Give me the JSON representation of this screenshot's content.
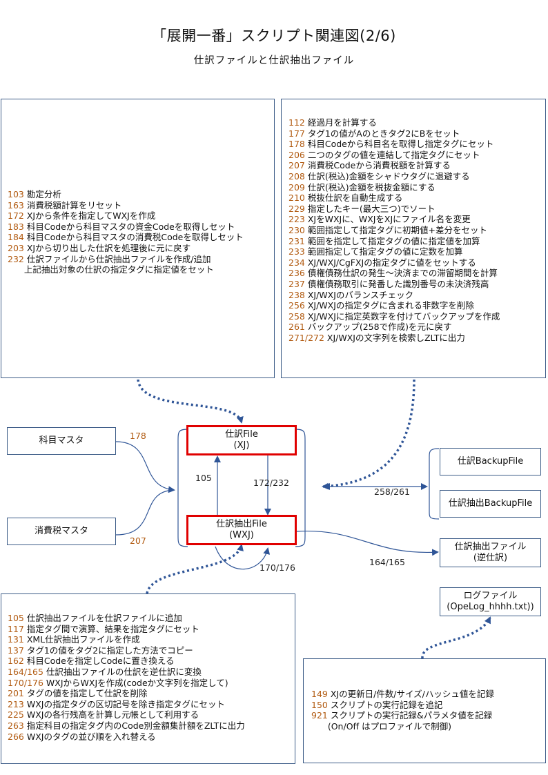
{
  "header": {
    "title": "「展開一番」スクリプト関連図(2/6)",
    "subtitle": "仕訳ファイルと仕訳抽出ファイル"
  },
  "lists": {
    "top_left": [
      {
        "num": "103",
        "text": "勘定分析"
      },
      {
        "num": "163",
        "text": "消費税額計算をリセット"
      },
      {
        "num": "172",
        "text": "XJから条件を指定してWXJを作成"
      },
      {
        "num": "183",
        "text": "科目Codeから科目マスタの資金Codeを取得しセット"
      },
      {
        "num": "184",
        "text": "科目Codeから科目マスタの消費税Codeを取得しセット"
      },
      {
        "num": "203",
        "text": "XJから切り出した仕訳を処理後に元に戻す"
      },
      {
        "num": "232",
        "text": "仕訳ファイルから仕訳抽出ファイルを作成/追加"
      },
      {
        "num": "",
        "text": "上記抽出対象の仕訳の指定タグに指定値をセット"
      }
    ],
    "top_right": [
      {
        "num": "112",
        "text": "経過月を計算する"
      },
      {
        "num": "177",
        "text": "タグ1の値がAのときタグ2にBをセット"
      },
      {
        "num": "178",
        "text": "科目Codeから科目名を取得し指定タグにセット"
      },
      {
        "num": "206",
        "text": "二つのタグの値を連結して指定タグにセット"
      },
      {
        "num": "207",
        "text": "消費税Codeから消費税額を計算する"
      },
      {
        "num": "208",
        "text": "仕訳(税込)金額をシャドウタグに退避する"
      },
      {
        "num": "209",
        "text": "仕訳(税込)金額を税抜金額にする"
      },
      {
        "num": "210",
        "text": "税抜仕訳を自動生成する"
      },
      {
        "num": "229",
        "text": "指定したキー(最大三つ)でソート"
      },
      {
        "num": "223",
        "text": "XJをWXJに、WXJをXJにファイル名を変更"
      },
      {
        "num": "230",
        "text": "範囲指定して指定タグに初期値+差分をセット"
      },
      {
        "num": "231",
        "text": "範囲を指定して指定タグの値に指定値を加算"
      },
      {
        "num": "233",
        "text": "範囲指定して指定タグの値に定数を加算"
      },
      {
        "num": "234",
        "text": "XJ/WXJ/CgFXJの指定タグに値をセットする"
      },
      {
        "num": "236",
        "text": "債権債務仕訳の発生～決済までの滞留期間を計算"
      },
      {
        "num": "237",
        "text": "債権債務取引に発番した識別番号の未決済残高"
      },
      {
        "num": "238",
        "text": "XJ/WXJのバランスチェック"
      },
      {
        "num": "256",
        "text": "XJ/WXJの指定タグに含まれる非数字を削除"
      },
      {
        "num": "258",
        "text": "XJ/WXJに指定英数字を付けてバックアップを作成"
      },
      {
        "num": "261",
        "text": "バックアップ(258で作成)を元に戻す"
      },
      {
        "num": "271/272",
        "text": "XJ/WXJの文字列を検索しZLTに出力"
      }
    ],
    "bottom_left": [
      {
        "num": "105",
        "text": "仕訳抽出ファイルを仕訳ファイルに追加"
      },
      {
        "num": "117",
        "text": "指定タグ間で演算、結果を指定タグにセット"
      },
      {
        "num": "131",
        "text": "XML仕訳抽出ファイルを作成"
      },
      {
        "num": "137",
        "text": "タグ1の値をタグ2に指定した方法でコピー"
      },
      {
        "num": "162",
        "text": "科目Codeを指定しCodeに置き換える"
      },
      {
        "num": "164/165",
        "text": "仕訳抽出ファイルの仕訳を逆仕訳に変換"
      },
      {
        "num": "170/176",
        "text": "WXJからWXJを作成(codeか文字列を指定して)"
      },
      {
        "num": "201",
        "text": "タグの値を指定して仕訳を削除"
      },
      {
        "num": "213",
        "text": "WXJの指定タグの区切記号を除き指定タグにセット"
      },
      {
        "num": "225",
        "text": "WXJの各行残高を計算し元帳として利用する"
      },
      {
        "num": "263",
        "text": "指定科目の指定タグ内のCode別金額集計額をZLTに出力"
      },
      {
        "num": "266",
        "text": "WXJのタグの並び順を入れ替える"
      }
    ],
    "bottom_right": [
      {
        "num": "149",
        "text": "XJの更新日/件数/サイズ/ハッシュ値を記録"
      },
      {
        "num": "150",
        "text": "スクリプトの実行記録を追記"
      },
      {
        "num": "921",
        "text": "スクリプトの実行記録&パラメタ値を記録"
      },
      {
        "num": "",
        "text": "(On/Off はプロファイルで制御)"
      }
    ]
  },
  "nodes": {
    "kamoku_master": "科目マスタ",
    "shohizei_master": "消費税マスタ",
    "shiwake_file_line1": "仕訳File",
    "shiwake_file_line2": "(XJ)",
    "chushutsu_file_line1": "仕訳抽出File",
    "chushutsu_file_line2": "(WXJ)",
    "backup_file": "仕訳BackupFile",
    "chushutsu_backup_file": "仕訳抽出BackupFile",
    "reverse_file_line1": "仕訳抽出ファイル",
    "reverse_file_line2": "(逆仕訳)",
    "log_file_line1": "ログファイル",
    "log_file_line2": "(OpeLog_hhhh.txt))"
  },
  "edges": {
    "e178": "178",
    "e207": "207",
    "e105": "105",
    "e172_232": "172/232",
    "e258_261": "258/261",
    "e170_176": "170/176",
    "e164_165": "164/165"
  },
  "colors": {
    "box_border": "#3a5a86",
    "arrow": "#2f5597",
    "highlight": "#e00000",
    "number_text": "#b15a10"
  }
}
